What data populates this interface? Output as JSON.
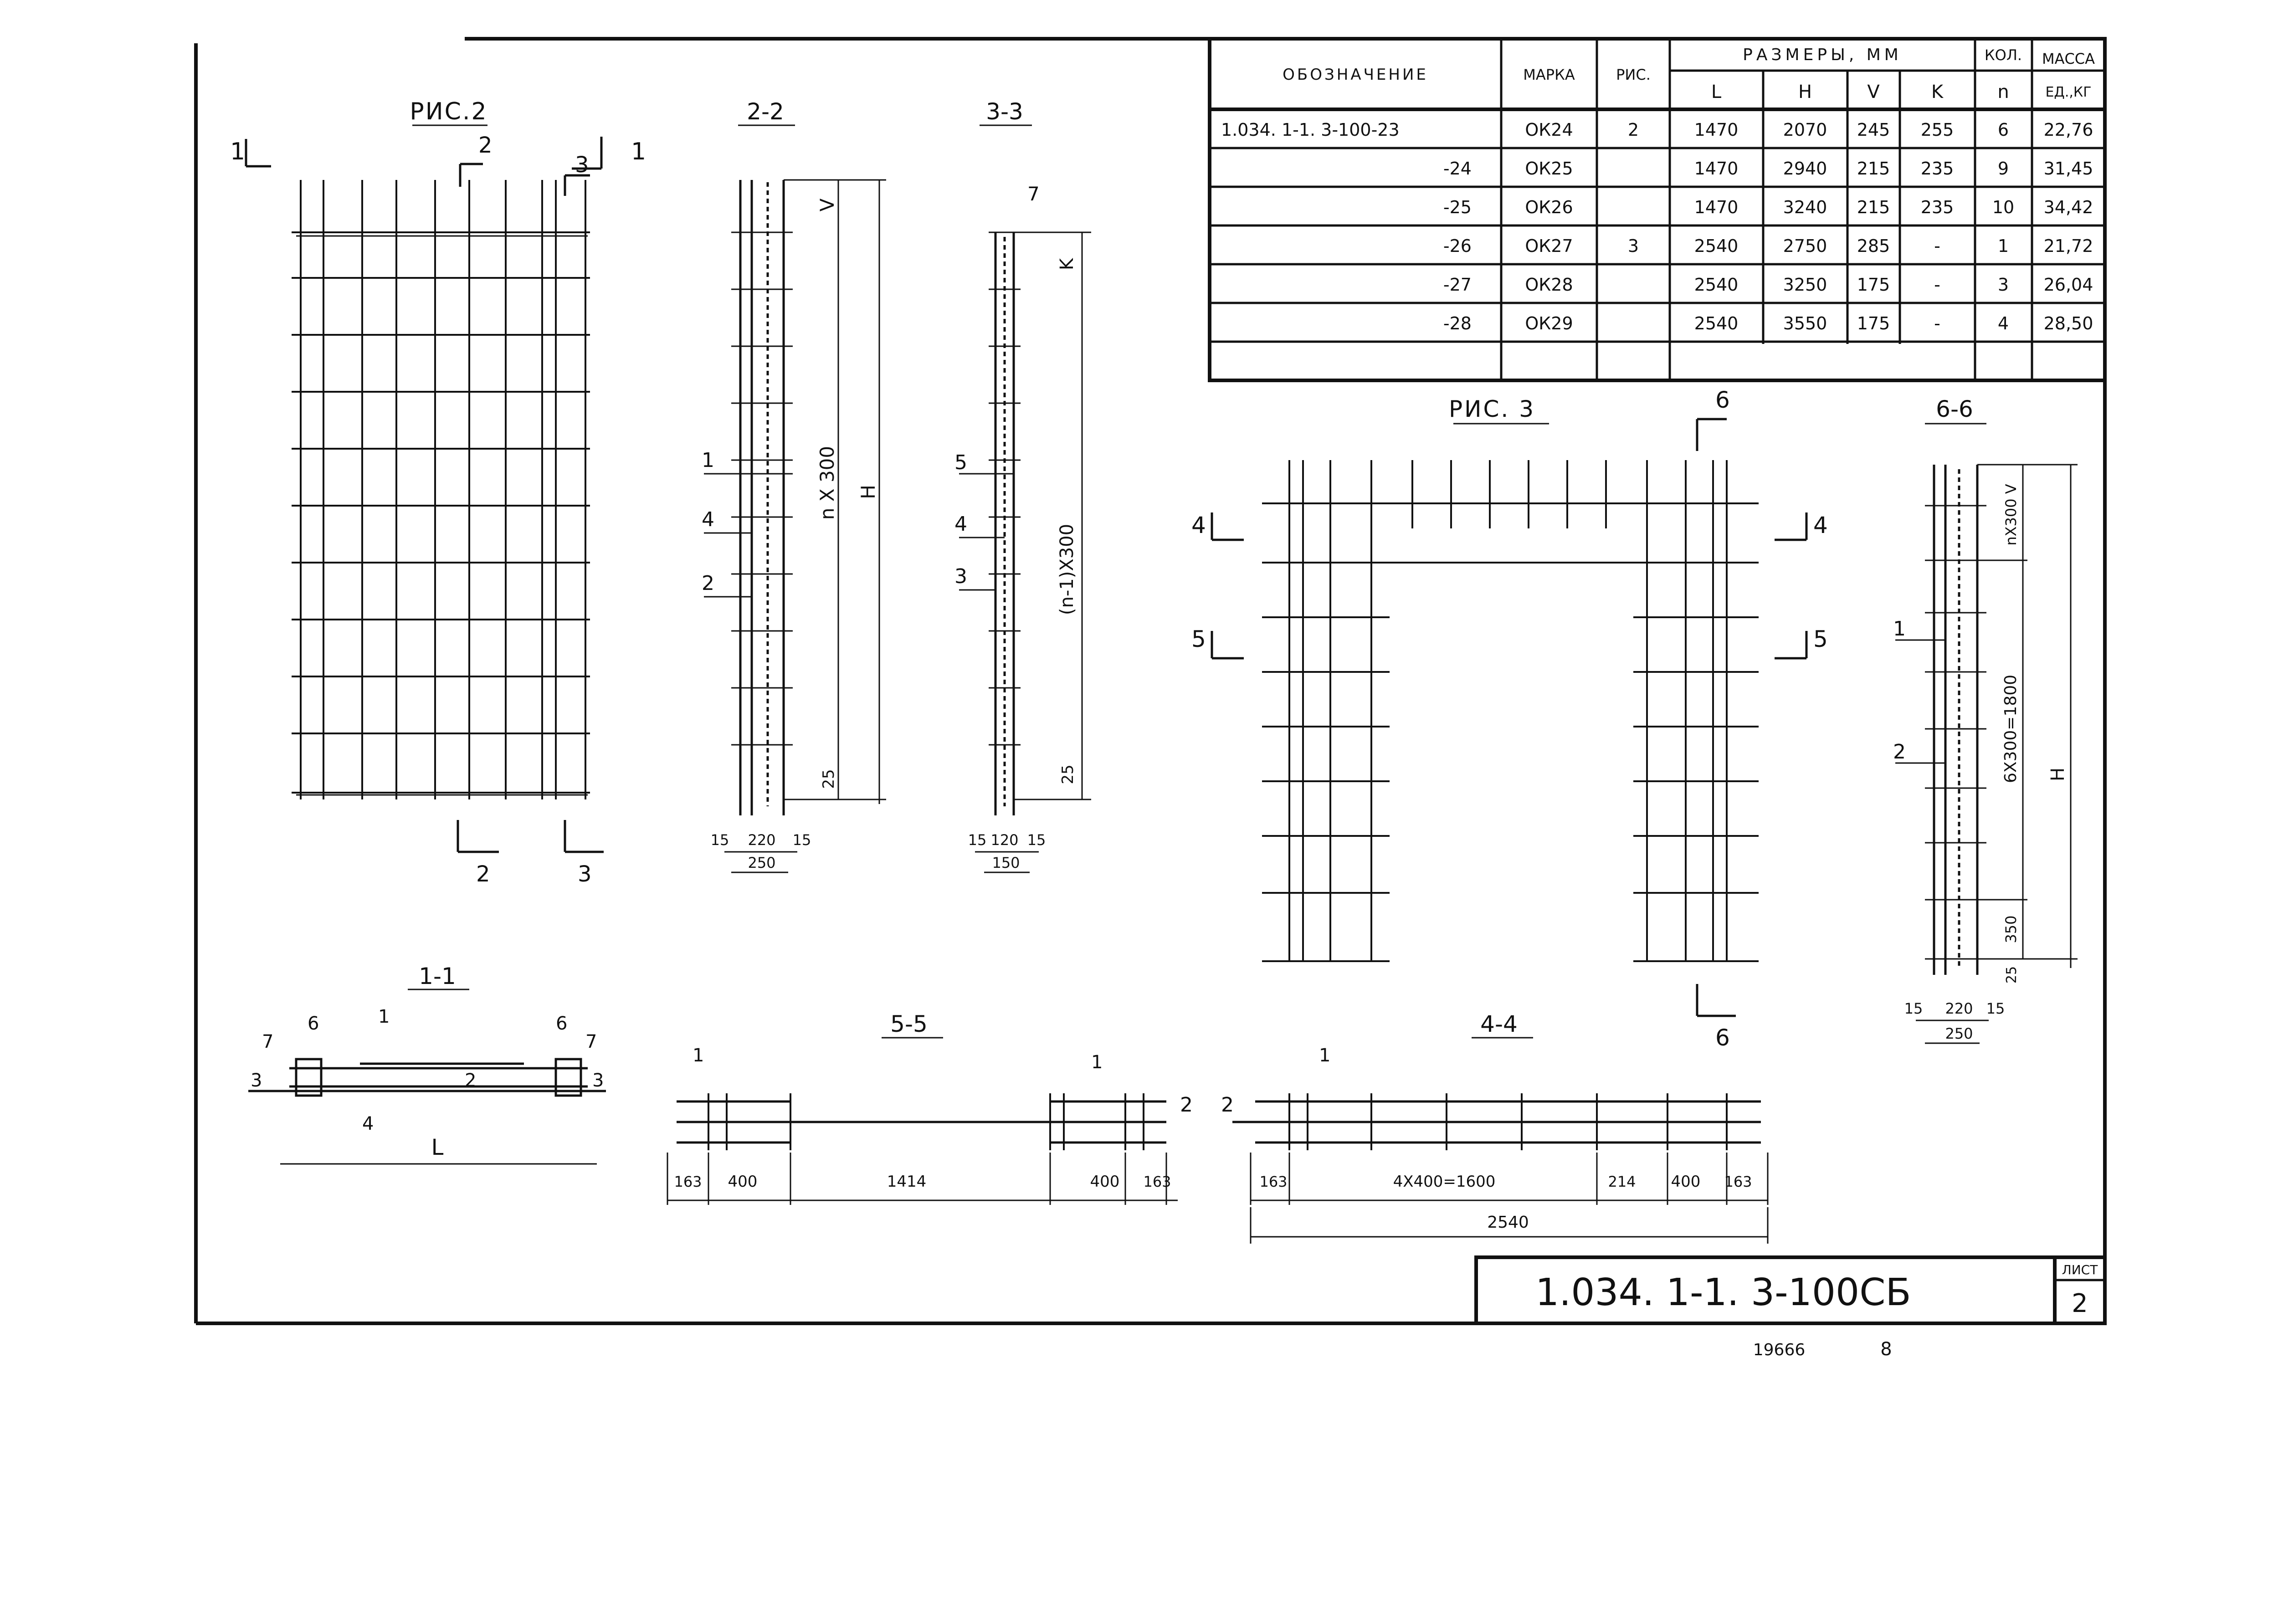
{
  "table": {
    "headers": {
      "designation": "ОБОЗНАЧЕНИЕ",
      "mark": "МАРКА",
      "fig": "РИС.",
      "dimensions": "РАЗМЕРЫ, ММ",
      "qty": "КОЛ.",
      "mass": "МАССА"
    },
    "subheaders": {
      "L": "L",
      "H": "H",
      "V": "V",
      "K": "K",
      "n": "n",
      "mass_unit": "ЕД.,КГ"
    },
    "rows": [
      {
        "designation": "1.034. 1-1. 3-100-23",
        "mark": "ОК24",
        "fig": "2",
        "L": "1470",
        "H": "2070",
        "V": "245",
        "K": "255",
        "n": "6",
        "mass": "22,76"
      },
      {
        "designation": "-24",
        "mark": "ОК25",
        "fig": "",
        "L": "1470",
        "H": "2940",
        "V": "215",
        "K": "235",
        "n": "9",
        "mass": "31,45"
      },
      {
        "designation": "-25",
        "mark": "ОК26",
        "fig": "",
        "L": "1470",
        "H": "3240",
        "V": "215",
        "K": "235",
        "n": "10",
        "mass": "34,42"
      },
      {
        "designation": "-26",
        "mark": "ОК27",
        "fig": "3",
        "L": "2540",
        "H": "2750",
        "V": "285",
        "K": "-",
        "n": "1",
        "mass": "21,72"
      },
      {
        "designation": "-27",
        "mark": "ОК28",
        "fig": "",
        "L": "2540",
        "H": "3250",
        "V": "175",
        "K": "-",
        "n": "3",
        "mass": "26,04"
      },
      {
        "designation": "-28",
        "mark": "ОК29",
        "fig": "",
        "L": "2540",
        "H": "3550",
        "V": "175",
        "K": "-",
        "n": "4",
        "mass": "28,50"
      }
    ]
  },
  "figures": {
    "fig2": "РИС.2",
    "fig3": "РИС. 3",
    "sec_2_2": "2-2",
    "sec_3_3": "3-3",
    "sec_6_6": "6-6",
    "sec_1_1": "1-1",
    "sec_5_5": "5-5",
    "sec_4_4": "4-4"
  },
  "labels": {
    "c1": "1",
    "c2": "2",
    "c3": "3",
    "c4": "4",
    "c5": "5",
    "c6": "6",
    "c7": "7",
    "V": "V",
    "K": "K",
    "H": "H",
    "L": "L",
    "n_x_300": "n X 300",
    "n1_x_300": "(n-1)X300",
    "nx300v": "nX300 V",
    "six_x_300": "6X300=1800",
    "d25": "25",
    "d15": "15",
    "d220": "220",
    "d250": "250",
    "d120": "120",
    "d150": "150",
    "d350": "350",
    "d163": "163",
    "d400": "400",
    "d1414": "1414",
    "d214": "214",
    "d2540": "2540",
    "d4x400": "4X400=1600"
  },
  "stamp": {
    "code": "1.034. 1-1. 3-100СБ",
    "sheet_label": "ЛИСТ",
    "sheet_no": "2"
  },
  "footer": {
    "inv": "19666",
    "page": "8"
  }
}
